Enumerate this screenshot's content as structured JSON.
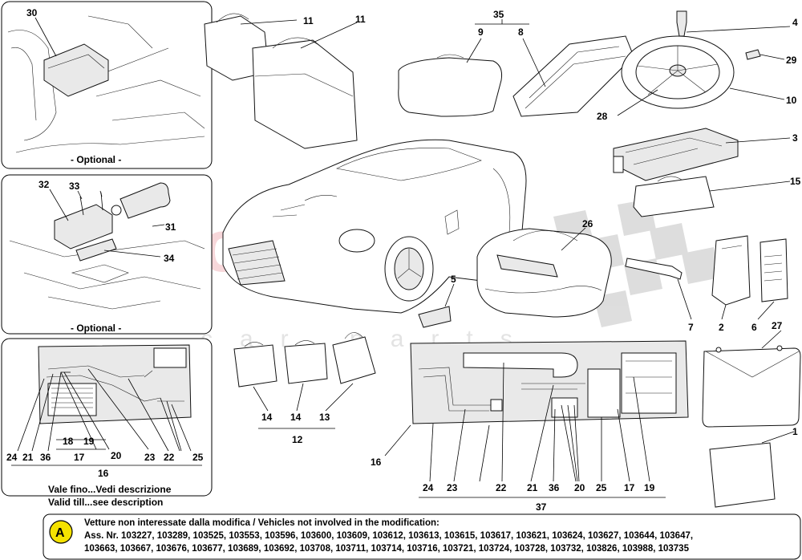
{
  "watermark": {
    "brand": "scuderia",
    "sub": "car parts",
    "color": "#f1b8bd"
  },
  "notes": {
    "optional_1": "- Optional -",
    "optional_2": "- Optional -",
    "valid_it": "Vale fino...Vedi descrizione",
    "valid_en": "Valid till...see description"
  },
  "footer": {
    "badge": "A",
    "line1": "Vetture non interessate dalla modifica / Vehicles not involved in the modification:",
    "line2": "Ass. Nr. 103227, 103289, 103525, 103553, 103596, 103600, 103609, 103612, 103613, 103615, 103617, 103621, 103624, 103627, 103644, 103647,",
    "line3": "103663, 103667, 103676, 103677, 103689, 103692, 103708, 103711, 103714, 103716, 103721, 103724, 103728, 103732, 103826, 103988, 103735"
  },
  "labels": {
    "p30": "30",
    "p11a": "11",
    "p11b": "11",
    "p35": "35",
    "p9": "9",
    "p8": "8",
    "p4": "4",
    "p29": "29",
    "p10": "10",
    "p28": "28",
    "p3": "3",
    "p15": "15",
    "p26": "26",
    "p32": "32",
    "p33": "33",
    "p31": "31",
    "p34": "34",
    "p5": "5",
    "p7": "7",
    "p2": "2",
    "p6": "6",
    "p27": "27",
    "p14a": "14",
    "p14b": "14",
    "p13": "13",
    "p12": "12",
    "p16a": "16",
    "p16b": "16",
    "p24a": "24",
    "p21a": "21",
    "p36a": "36",
    "p18": "18",
    "p19a": "19",
    "p17a": "17",
    "p20a": "20",
    "p23a": "23",
    "p22a": "22",
    "p25a": "25",
    "p1": "1",
    "p24b": "24",
    "p23b": "23",
    "p22b": "22",
    "p21b": "21",
    "p36b": "36",
    "p20b": "20",
    "p25b": "25",
    "p17b": "17",
    "p19b": "19",
    "p37": "37"
  }
}
